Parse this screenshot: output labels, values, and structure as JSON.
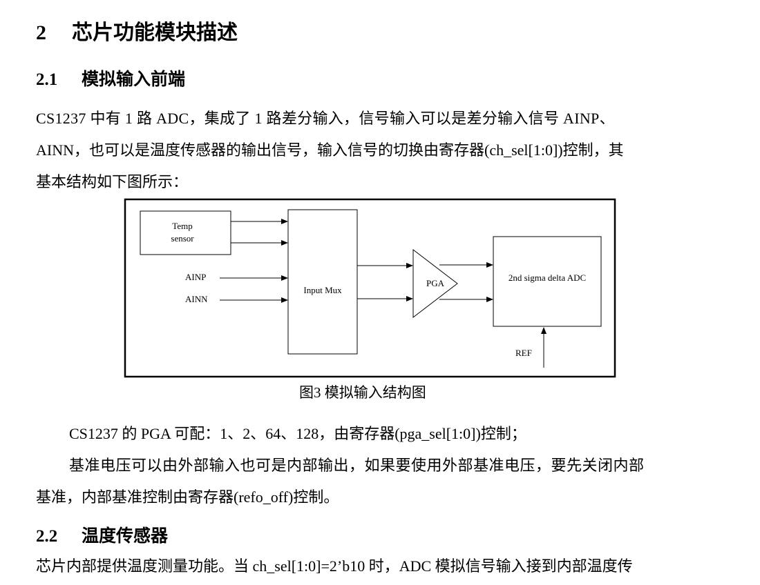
{
  "section": {
    "number": "2",
    "title": "芯片功能模块描述"
  },
  "subsection1": {
    "number": "2.1",
    "title": "模拟输入前端"
  },
  "intro": {
    "line1": "CS1237 中有 1 路 ADC，集成了 1 路差分输入，信号输入可以是差分输入信号 AINP、",
    "line2": "AINN，也可以是温度传感器的输出信号，输入信号的切换由寄存器(ch_sel[1:0])控制，其",
    "line3": "基本结构如下图所示："
  },
  "diagram": {
    "temp_line1": "Temp",
    "temp_line2": "sensor",
    "ainp": "AINP",
    "ainn": "AINN",
    "mux": "Input Mux",
    "pga": "PGA",
    "adc": "2nd sigma delta ADC",
    "ref": "REF"
  },
  "figure_caption": "图3  模拟输入结构图",
  "pga_text": "CS1237 的 PGA 可配：1、2、64、128，由寄存器(pga_sel[1:0])控制；",
  "ref_text": {
    "line1": "基准电压可以由外部输入也可是内部输出，如果要使用外部基准电压，要先关闭内部",
    "line2": "基准，内部基准控制由寄存器(refo_off)控制。"
  },
  "subsection2": {
    "number": "2.2",
    "title": "温度传感器"
  },
  "temp_text": "芯片内部提供温度测量功能。当 ch_sel[1:0]=2’b10 时，ADC 模拟信号输入接到内部温度传"
}
